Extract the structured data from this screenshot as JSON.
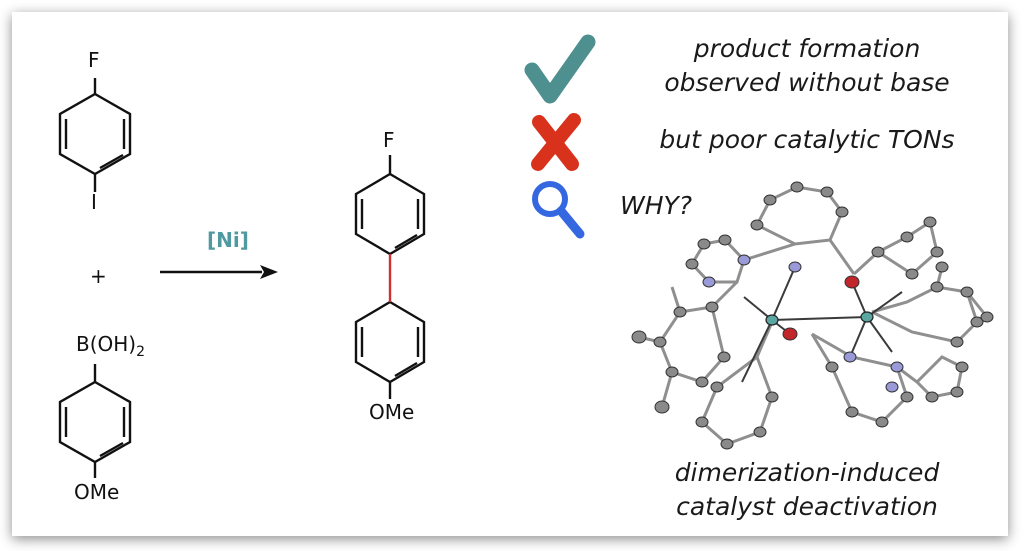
{
  "reaction": {
    "reactant1": {
      "para_sub": "F",
      "ipso_sub": "I"
    },
    "plus": "+",
    "reactant2": {
      "boron_group": "B(OH)",
      "boron_subscript": "2",
      "para_sub": "OMe"
    },
    "catalyst": "[Ni]",
    "product": {
      "top_sub": "F",
      "bottom_sub": "OMe"
    }
  },
  "findings": [
    {
      "icon": "check-icon",
      "color": "#4e8f8f",
      "text": [
        "product formation",
        "observed without base"
      ]
    },
    {
      "icon": "cross-icon",
      "color": "#d8321c",
      "text": [
        "but poor catalytic TONs"
      ]
    },
    {
      "icon": "magnifier-icon",
      "color": "#3568e0",
      "text": [
        "WHY?"
      ]
    }
  ],
  "conclusion": [
    "dimerization-induced",
    "catalyst deactivation"
  ],
  "colors": {
    "catalyst_label": "#4e9aa0",
    "new_bond": "#d03030",
    "nickel_atom": "#5aa6a0",
    "oxygen_atom": "#c0262a",
    "nitrogen_atom": "#9090d0",
    "carbon_atom": "#8a8a8a"
  }
}
